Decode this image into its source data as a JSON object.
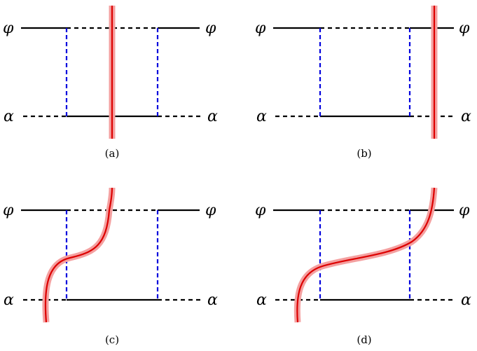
{
  "colors": {
    "line": "#000000",
    "rung": "#0000dd",
    "cut": "#dd0000",
    "cut_halo": "#f4a0a0"
  },
  "panels": [
    {
      "caption": "(a)",
      "top_left": "φ",
      "top_right": "φ",
      "bottom_left": "α",
      "bottom_right": "α"
    },
    {
      "caption": "(b)",
      "top_left": "φ",
      "top_right": "φ",
      "bottom_left": "α",
      "bottom_right": "α"
    },
    {
      "caption": "(c)",
      "top_left": "φ",
      "top_right": "φ",
      "bottom_left": "α",
      "bottom_right": "α"
    },
    {
      "caption": "(d)",
      "top_left": "φ",
      "top_right": "φ",
      "bottom_left": "α",
      "bottom_right": "α"
    }
  ]
}
